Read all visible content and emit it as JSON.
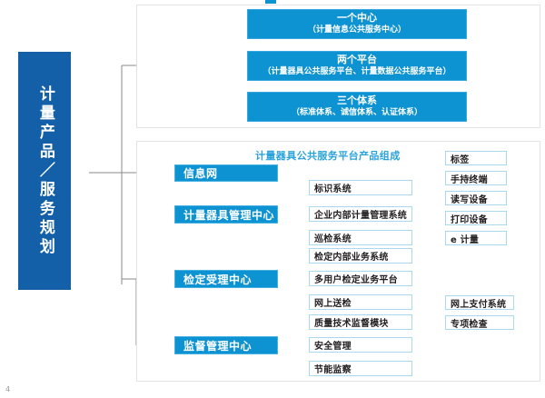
{
  "page": {
    "number": "4",
    "accent_blue": "#0d92d2",
    "banner_blue": "#1360a8",
    "leaf_border": "#a9d8ef",
    "caption_color": "#2aa3dd"
  },
  "banner": {
    "label": "计量产品／服务规划"
  },
  "top_panel": {
    "boxes": [
      {
        "title": "一个中心",
        "subtitle": "（计量信息公共服务中心）"
      },
      {
        "title": "两个平台",
        "subtitle": "（计量器具公共服务平台、计量数据公共服务平台）"
      },
      {
        "title": "三个体系",
        "subtitle": "（标准体系、诚信体系、认证体系）"
      }
    ]
  },
  "bottom_panel": {
    "caption": "计量器具公共服务平台产品组成",
    "centers": [
      {
        "label": "信息网"
      },
      {
        "label": "计量器具管理中心"
      },
      {
        "label": "检定受理中心"
      },
      {
        "label": "监督管理中心"
      }
    ],
    "modules": [
      {
        "label": "标识系统"
      },
      {
        "label": "企业内部计量管理系统"
      },
      {
        "label": "巡检系统"
      },
      {
        "label": "检定内部业务系统"
      },
      {
        "label": "多用户检定业务平台"
      },
      {
        "label": "网上送检"
      },
      {
        "label": "质量技术监督模块"
      },
      {
        "label": "安全管理"
      },
      {
        "label": "节能监察"
      }
    ],
    "devices": [
      {
        "label": "标签"
      },
      {
        "label": "手持终端"
      },
      {
        "label": "读写设备"
      },
      {
        "label": "打印设备"
      },
      {
        "label": "e 计量"
      },
      {
        "label": "网上支付系统"
      },
      {
        "label": "专项检查"
      }
    ]
  }
}
